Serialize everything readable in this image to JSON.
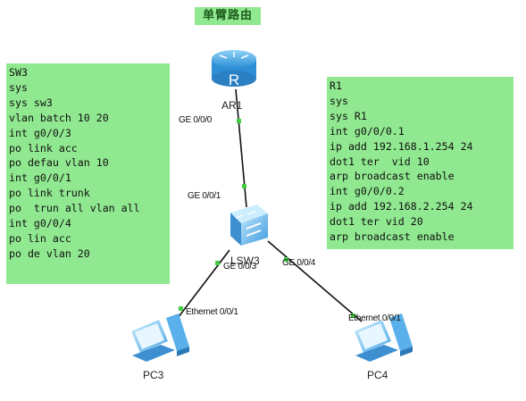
{
  "title": "单臂路由",
  "sw3_config": [
    "SW3",
    "sys",
    "sys sw3",
    "vlan batch 10 20",
    "int g0/0/3",
    "po link acc",
    "po defau vlan 10",
    "int g0/0/1",
    "po link trunk",
    "po  trun all vlan all",
    "int g0/0/4",
    "po lin acc",
    "po de vlan 20"
  ],
  "r1_config": [
    "R1",
    "sys",
    "sys R1",
    "int g0/0/0.1",
    "ip add 192.168.1.254 24",
    "dot1 ter  vid 10",
    "arp broadcast enable",
    "int g0/0/0.2",
    "ip add 192.168.2.254 24",
    "dot1 ter vid 20",
    "arp broadcast enable"
  ],
  "devices": {
    "router": "AR1",
    "switch": "LSW3",
    "pc3": "PC3",
    "pc4": "PC4"
  },
  "ports": {
    "ar1_g000": "GE 0/0/0",
    "lsw3_g001": "GE 0/0/1",
    "lsw3_g003": "GE 0/0/3",
    "lsw3_g004": "GE 0/0/4",
    "pc3_eth": "Ethernet 0/0/1",
    "pc4_eth": "Ethernet 0/0/1"
  },
  "colors": {
    "note_bg": "#90e890",
    "link": "#111111",
    "port_dot": "#44cc44",
    "device": "#3aa0e0"
  }
}
